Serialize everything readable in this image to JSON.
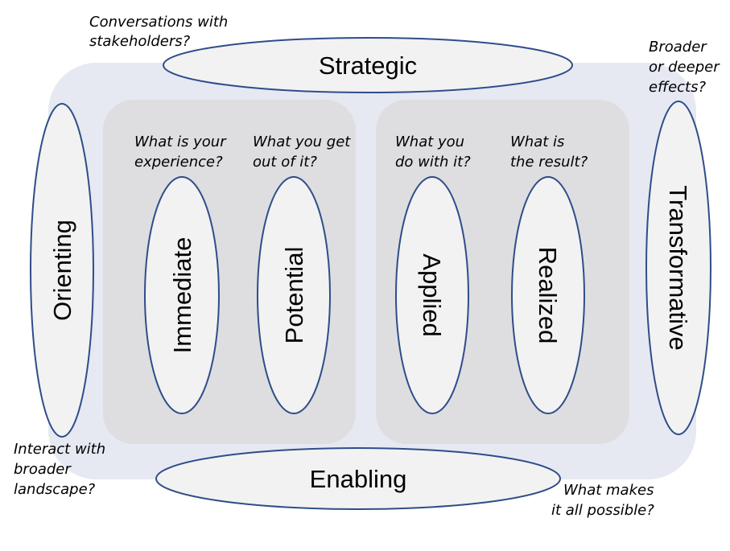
{
  "colors": {
    "outer_panel": "#e6e9f2",
    "inner_panel": "#dedee0",
    "oval_fill": "#f2f2f2",
    "oval_stroke": "#2f4d8a"
  },
  "ovals": {
    "strategic": "Strategic",
    "enabling": "Enabling",
    "orienting": "Orienting",
    "transformative": "Transformative",
    "immediate": "Immediate",
    "potential": "Potential",
    "applied": "Applied",
    "realized": "Realized"
  },
  "questions": {
    "strategic": [
      "Conversations with",
      "stakeholders?"
    ],
    "transformative": [
      "Broader",
      "or deeper",
      "effects?"
    ],
    "orienting": [
      "Interact with",
      "broader",
      "landscape?"
    ],
    "enabling": [
      "What makes",
      "it all possible?"
    ],
    "immediate": [
      "What is your",
      "experience?"
    ],
    "potential": [
      "What you get",
      "out of it?"
    ],
    "applied": [
      "What you",
      "do with it?"
    ],
    "realized": [
      "What is",
      "the result?"
    ]
  }
}
